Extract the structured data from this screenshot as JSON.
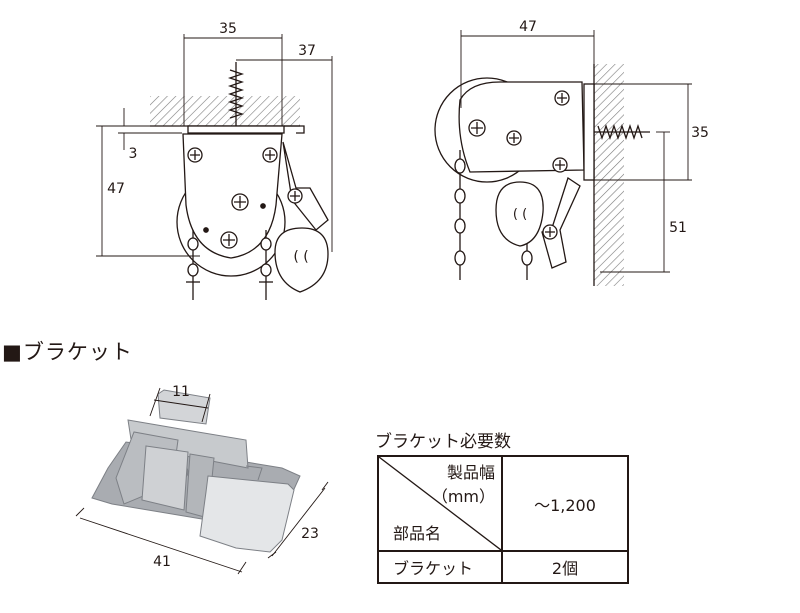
{
  "front_view": {
    "dim_top_width": "35",
    "dim_overall_width": "37",
    "dim_bracket_thickness": "3",
    "dim_height": "47"
  },
  "side_view": {
    "dim_depth": "47",
    "dim_bracket_height": "35",
    "dim_clearance": "51"
  },
  "section": {
    "heading": "■ブラケット"
  },
  "bracket_photo": {
    "dim_width": "11",
    "dim_length": "41",
    "dim_depth": "23"
  },
  "requirement_table": {
    "title": "ブラケット必要数",
    "header_product_width": "製品幅",
    "header_unit": "（mm）",
    "header_part_name": "部品名",
    "range_value": "～1,200",
    "row_label": "ブラケット",
    "row_value": "2個"
  },
  "colors": {
    "line": "#231815",
    "hatch": "#7a7a7a",
    "bracket_metal": "#b9bcc0",
    "bracket_plastic": "#e4e6e8"
  }
}
